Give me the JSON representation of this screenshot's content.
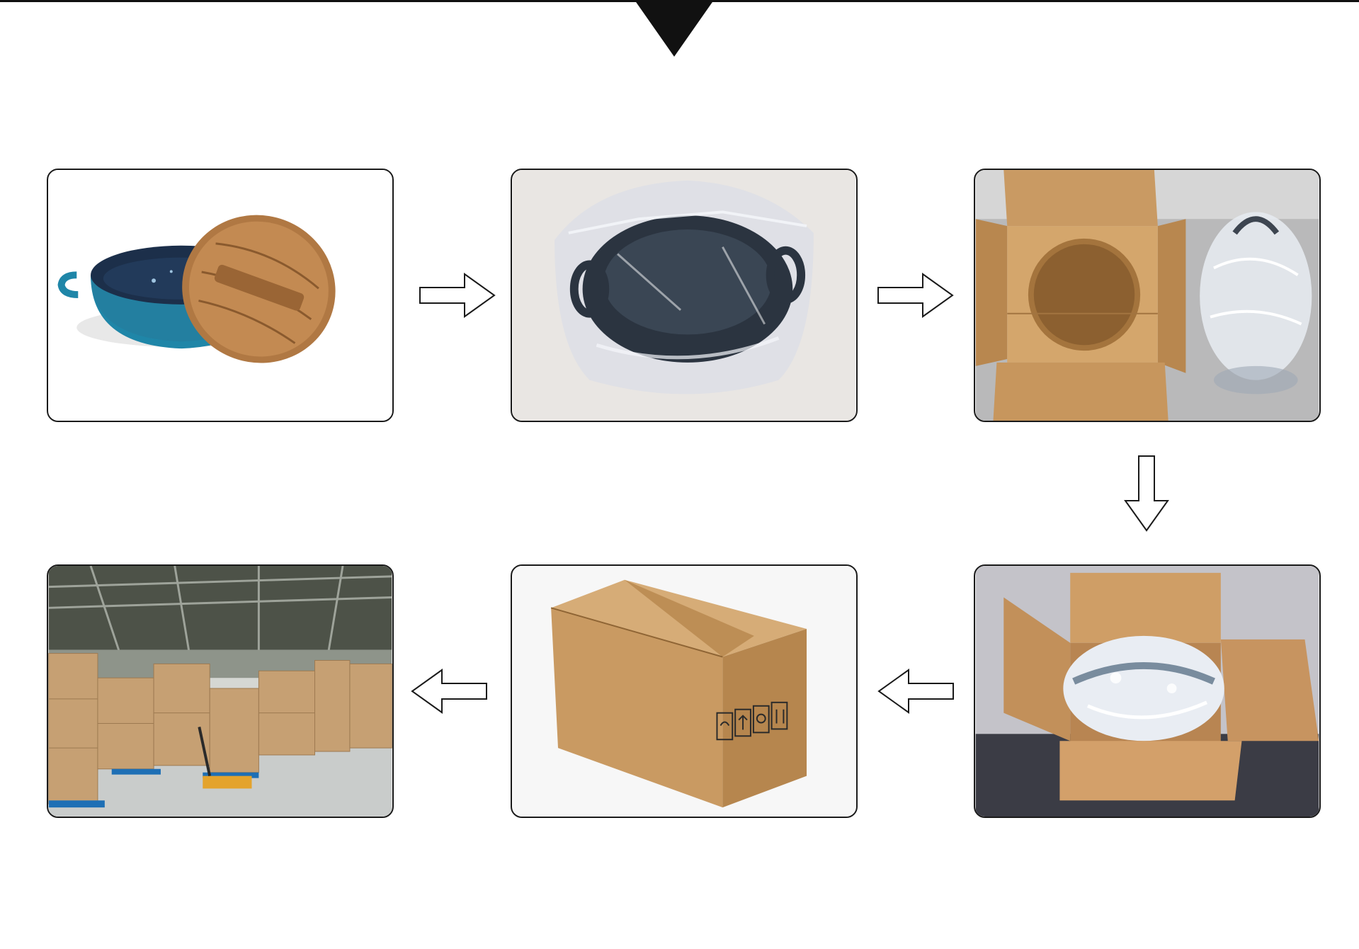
{
  "colors": {
    "outline": "#1a1a1a",
    "background": "#ffffff",
    "pot_enamel": "#1f86a8",
    "cardboard": "#c9a06b"
  },
  "steps": [
    {
      "icon": "enamel-pot-with-wooden-lid-icon"
    },
    {
      "icon": "pot-in-plastic-bag-icon"
    },
    {
      "icon": "open-carton-with-insert-icon"
    },
    {
      "icon": "pot-in-bubble-wrap-in-carton-icon"
    },
    {
      "icon": "sealed-carton-box-icon"
    },
    {
      "icon": "warehouse-icon"
    }
  ],
  "arrows": [
    {
      "direction": "right"
    },
    {
      "direction": "right"
    },
    {
      "direction": "down"
    },
    {
      "direction": "left"
    },
    {
      "direction": "left"
    }
  ]
}
